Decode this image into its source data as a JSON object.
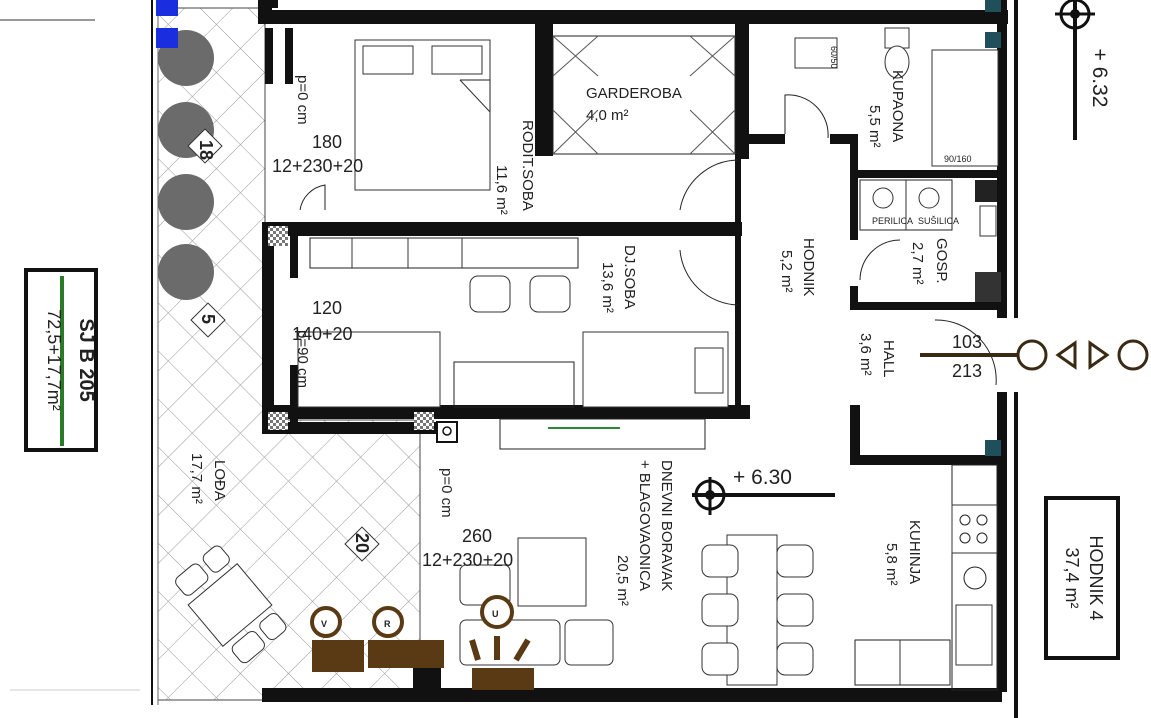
{
  "apartment": {
    "code": "SJ B 205",
    "area": "72,5+17,7m²"
  },
  "corridor_badge": {
    "name": "HODNIK 4",
    "area": "37,4 m²"
  },
  "levels": {
    "upper": "+ 6.32",
    "main": "+ 6.30"
  },
  "rooms": {
    "garderoba": {
      "name": "GARDEROBA",
      "area": "4,0 m²"
    },
    "kupaona": {
      "name": "KUPAONA",
      "area": "5,5 m²"
    },
    "roditeljska": {
      "name": "RODIT.SOBA",
      "area": "11,6 m²"
    },
    "djecja": {
      "name": "DJ.SOBA",
      "area": "13,6 m²"
    },
    "hodnik": {
      "name": "HODNIK",
      "area": "5,2 m²"
    },
    "gospodarski": {
      "name": "GOSP.",
      "area": "2,7 m²"
    },
    "hall": {
      "name": "HALL",
      "area": "3,6 m²"
    },
    "loda": {
      "name": "LOĐA",
      "area": "17,7 m²"
    },
    "dnevni": {
      "line1": "DNEVNI BORAVAK",
      "line2": "+ BLAGOVAONICA",
      "area": "20,5 m²"
    },
    "kuhinja": {
      "name": "KUHINJA",
      "area": "5,8 m²"
    }
  },
  "windows": {
    "w180": {
      "parapet": "p=0 cm",
      "width": "180",
      "detail": "12+230+20"
    },
    "w120": {
      "width": "120",
      "detail": "140+20",
      "parapet": "p=90 cm"
    },
    "w260": {
      "parapet": "p=0 cm",
      "width": "260",
      "detail": "12+230+20"
    },
    "entry": {
      "width": "103",
      "height": "213"
    }
  },
  "markers": {
    "m18": "18",
    "m5": "5",
    "m20": "20"
  },
  "appliances": {
    "shower": "90/160",
    "bidet": "60/50",
    "washer": "PERILICA",
    "dryer": "SUŠILICA",
    "socket_v": "V",
    "socket_r": "R",
    "socket_u": "U"
  }
}
